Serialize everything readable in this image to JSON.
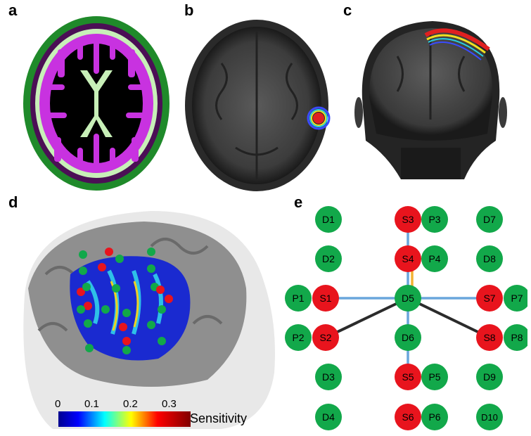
{
  "panels": {
    "a": {
      "label": "a"
    },
    "b": {
      "label": "b"
    },
    "c": {
      "label": "c"
    },
    "d": {
      "label": "d"
    },
    "e": {
      "label": "e"
    }
  },
  "colorbar": {
    "title": "Sensitivity",
    "ticks": [
      "0",
      "0.1",
      "0.2",
      "0.3"
    ]
  },
  "colors": {
    "source": "#e8141d",
    "detector": "#12a84a",
    "link_blue": "#6aa6dc",
    "link_dark": "#2b2b2b",
    "link_orange": "#f2b233"
  },
  "montage": {
    "nodes": [
      {
        "id": "D1",
        "type": "detector"
      },
      {
        "id": "D2",
        "type": "detector"
      },
      {
        "id": "P1",
        "type": "detector"
      },
      {
        "id": "S1",
        "type": "source"
      },
      {
        "id": "P2",
        "type": "detector"
      },
      {
        "id": "S2",
        "type": "source"
      },
      {
        "id": "D3",
        "type": "detector"
      },
      {
        "id": "D4",
        "type": "detector"
      },
      {
        "id": "S3",
        "type": "source"
      },
      {
        "id": "P3",
        "type": "detector"
      },
      {
        "id": "S4",
        "type": "source"
      },
      {
        "id": "P4",
        "type": "detector"
      },
      {
        "id": "D5",
        "type": "detector"
      },
      {
        "id": "D6",
        "type": "detector"
      },
      {
        "id": "S5",
        "type": "source"
      },
      {
        "id": "P5",
        "type": "detector"
      },
      {
        "id": "S6",
        "type": "source"
      },
      {
        "id": "P6",
        "type": "detector"
      },
      {
        "id": "D7",
        "type": "detector"
      },
      {
        "id": "D8",
        "type": "detector"
      },
      {
        "id": "S7",
        "type": "source"
      },
      {
        "id": "P7",
        "type": "detector"
      },
      {
        "id": "S8",
        "type": "source"
      },
      {
        "id": "P8",
        "type": "detector"
      },
      {
        "id": "D9",
        "type": "detector"
      },
      {
        "id": "D10",
        "type": "detector"
      }
    ],
    "links": [
      {
        "from": "S1",
        "to": "D5",
        "color": "blue"
      },
      {
        "from": "S7",
        "to": "D5",
        "color": "blue"
      },
      {
        "from": "S3",
        "to": "D5",
        "color": "blue"
      },
      {
        "from": "S5",
        "to": "D5",
        "color": "blue"
      },
      {
        "from": "S4",
        "to": "D5",
        "color": "orange"
      },
      {
        "from": "S2",
        "to": "D5",
        "color": "dark"
      },
      {
        "from": "S8",
        "to": "D5",
        "color": "dark"
      }
    ]
  }
}
